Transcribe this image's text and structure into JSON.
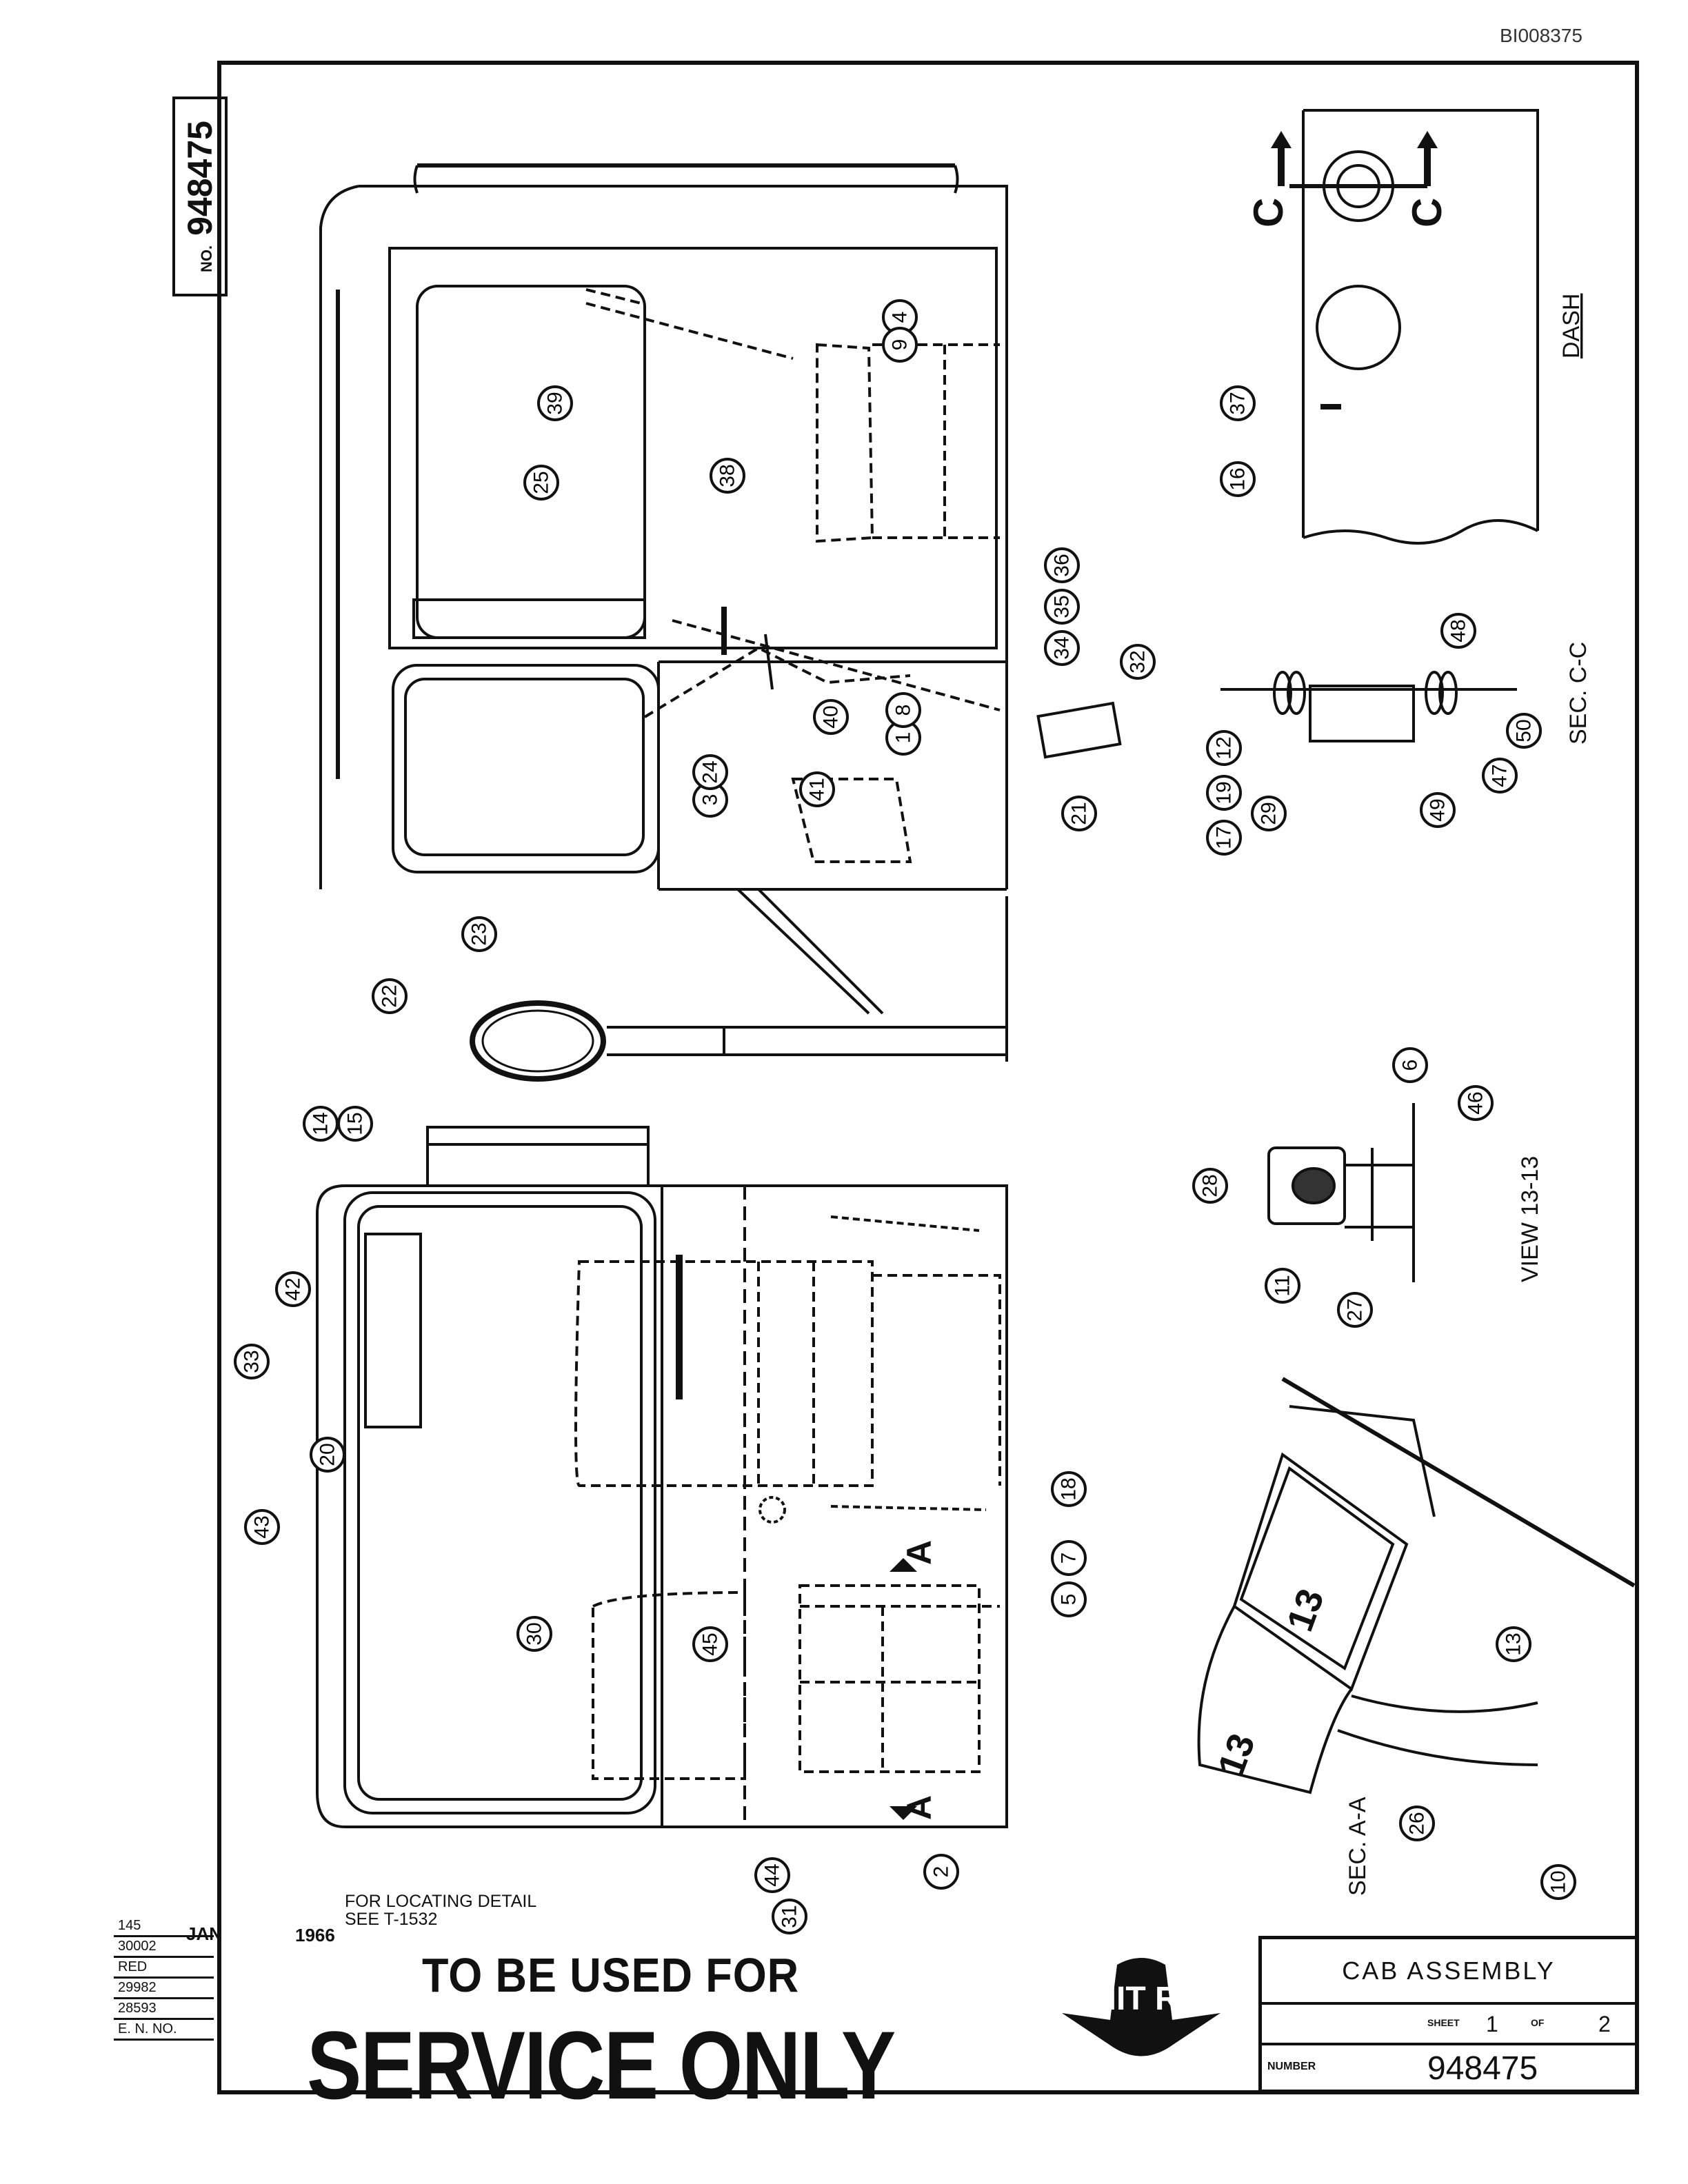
{
  "document_id": "BI008375",
  "drawing_number": {
    "prefix": "NO.",
    "value": "948475"
  },
  "title_block": {
    "title": "CAB ASSEMBLY",
    "sheet_label": "SHEET",
    "sheet_number": "1",
    "of_label": "OF",
    "sheet_total": "2",
    "number_label": "NUMBER",
    "number": "948475"
  },
  "notes": {
    "locating_line1": "FOR LOCATING DETAIL",
    "locating_line2": "SEE T-1532",
    "date_month": "JAN",
    "date_day": "145",
    "year": "1966"
  },
  "revisions": {
    "entries": [
      "30002",
      "RED",
      "29982",
      "28593"
    ],
    "footer": "E. N. NO."
  },
  "stamp": {
    "line1": "TO BE USED FOR",
    "line2": "SERVICE ONLY"
  },
  "logo": {
    "text": "UNIT RIG"
  },
  "section_labels": {
    "dash": "DASH",
    "sec_cc": "SEC. C-C",
    "view_1313": "VIEW 13-13",
    "sec_aa": "SEC. A-A",
    "arrow_c": "C",
    "arrow_a": "A",
    "arrow_13": "13"
  },
  "callouts": [
    "4",
    "9",
    "39",
    "38",
    "25",
    "3",
    "24",
    "40",
    "1",
    "8",
    "34",
    "35",
    "36",
    "32",
    "21",
    "41",
    "23",
    "37",
    "16",
    "48",
    "12",
    "19",
    "17",
    "29",
    "49",
    "47",
    "50",
    "22",
    "14",
    "15",
    "6",
    "46",
    "28",
    "11",
    "27",
    "42",
    "33",
    "20",
    "43",
    "30",
    "45",
    "7",
    "18",
    "5",
    "26",
    "10",
    "13",
    "31",
    "2",
    "44"
  ]
}
